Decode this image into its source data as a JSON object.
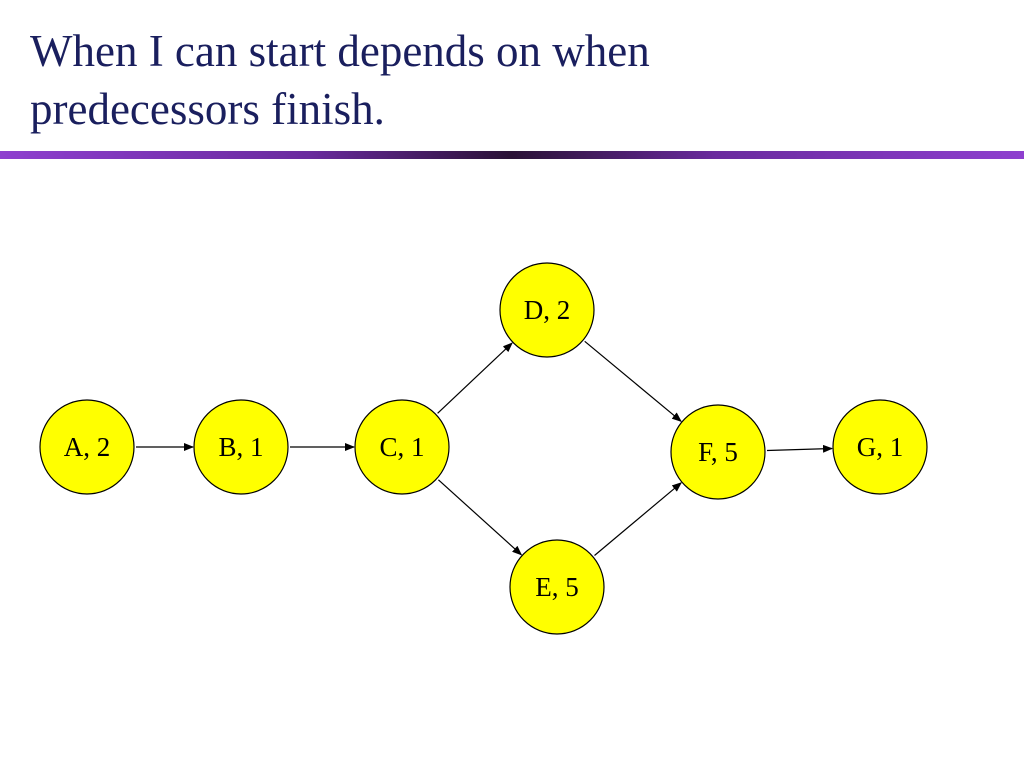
{
  "slide": {
    "title_line1": "When I can start depends on when",
    "title_line2": "predecessors finish."
  },
  "colors": {
    "title": "#1a1f5e",
    "node_fill": "#ffff00",
    "node_stroke": "#000000",
    "divider_accent": "#8e3fcf"
  },
  "nodes": [
    {
      "id": "A",
      "label": "A, 2"
    },
    {
      "id": "B",
      "label": "B, 1"
    },
    {
      "id": "C",
      "label": "C, 1"
    },
    {
      "id": "D",
      "label": "D, 2"
    },
    {
      "id": "E",
      "label": "E, 5"
    },
    {
      "id": "F",
      "label": "F, 5"
    },
    {
      "id": "G",
      "label": "G, 1"
    }
  ],
  "edges": [
    {
      "from": "A",
      "to": "B"
    },
    {
      "from": "B",
      "to": "C"
    },
    {
      "from": "C",
      "to": "D"
    },
    {
      "from": "C",
      "to": "E"
    },
    {
      "from": "D",
      "to": "F"
    },
    {
      "from": "E",
      "to": "F"
    },
    {
      "from": "F",
      "to": "G"
    }
  ]
}
